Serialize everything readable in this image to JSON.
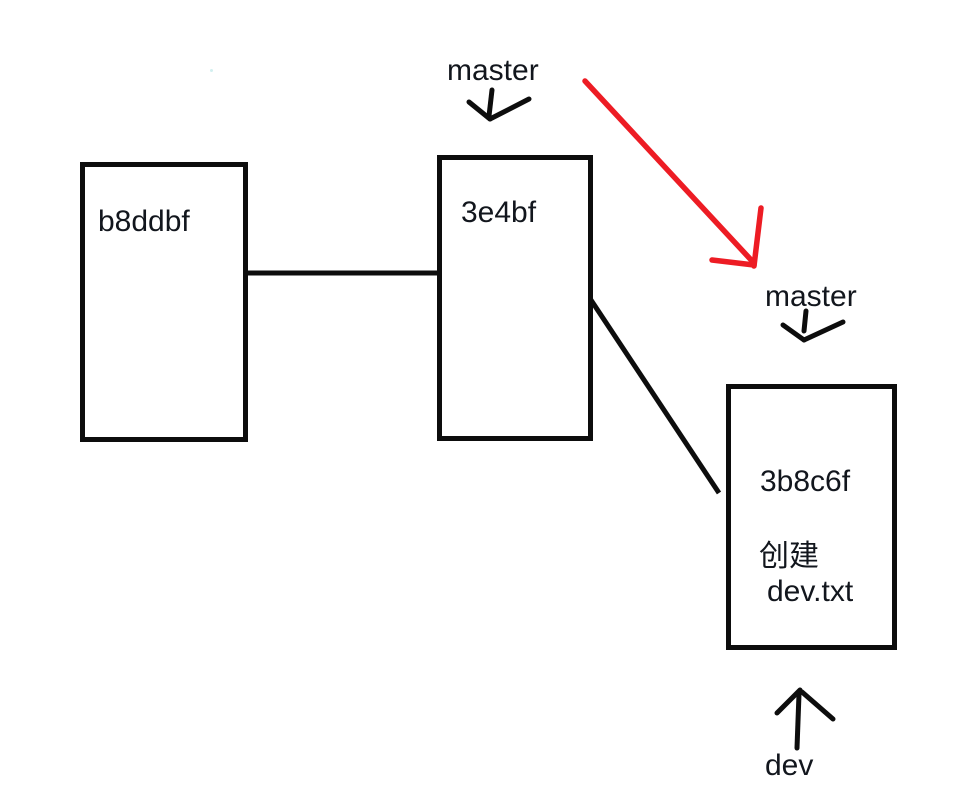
{
  "page": {
    "background": "#ffffff"
  },
  "colors": {
    "ink": "#0d0d0d",
    "red": "#ed1c24",
    "label_text": "#12161d"
  },
  "commits": [
    {
      "label": "b8ddbf"
    },
    {
      "label": "3e4bf"
    },
    {
      "label": "3b8c6f",
      "note_line1": "创建",
      "note_line2": "dev.txt"
    }
  ],
  "branch_labels": {
    "master_top": "master",
    "master_right": "master",
    "dev": "dev"
  }
}
